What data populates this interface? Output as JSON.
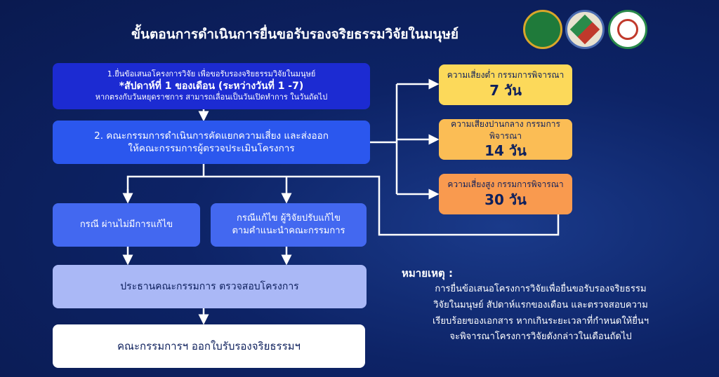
{
  "title": "ขั้นตอนการดำเนินการยื่นขอรับรองจริยธรรมวิจัยในมนุษย์",
  "logos": [
    "university-logo",
    "institute-logo",
    "research-ethics-logo"
  ],
  "steps": {
    "step1": {
      "line1": "1.ยื่นข้อเสนอโครงการวิจัย เพื่อขอรับรองจริยธรรมวิจัยในมนุษย์",
      "line2": "*สัปดาห์ที่ 1 ของเดือน (ระหว่างวันที่ 1 -7)",
      "line3": "หากตรงกับวันหยุดราชการ สามารถเลื่อนเป็นวันเปิดทำการ ในวันถัดไป"
    },
    "step2": {
      "line1": "2. คณะกรรมการดำเนินการคัดแยกความเสี่ยง และส่งออก",
      "line2": "ให้คณะกรรมการผู้ตรวจประเมินโครงการ"
    },
    "case_pass": "กรณี ผ่านไม่มีการแก้ไข",
    "case_revise": {
      "line1": "กรณีแก้ไข ผู้วิจัยปรับแก้ไข",
      "line2": "ตามคำแนะนำคณะกรรมการ"
    },
    "chair_review": "ประธานคณะกรรมการ ตรวจสอบโครงการ",
    "certificate": "คณะกรรมการฯ ออกใบรับรองจริยธรรมฯ"
  },
  "risk": [
    {
      "label": "ความเสี่ยงต่ำ กรรมการพิจารณา",
      "days": "7 วัน",
      "color": "#fcd95a"
    },
    {
      "label": "ความเสี่ยงปานกลาง กรรมการพิจารณา",
      "days": "14 วัน",
      "color": "#fbbd55"
    },
    {
      "label": "ความเสี่ยงสูง กรรมการพิจารณา",
      "days": "30 วัน",
      "color": "#f99a4f"
    }
  ],
  "note": {
    "heading": "หมายเหตุ :",
    "lines": [
      "การยื่นข้อเสนอโครงการวิจัยเพื่อยื่นขอรับรองจริยธรรม",
      "วิจัยในมนุษย์ สัปดาห์แรกของเดือน และตรวจสอบความ",
      "เรียบร้อยของเอกสาร หากเกินระยะเวลาที่กำหนดให้ยื่นฯ",
      "จะพิจารณาโครงการวิจัยดังกล่าวในเดือนถัดไป"
    ]
  }
}
